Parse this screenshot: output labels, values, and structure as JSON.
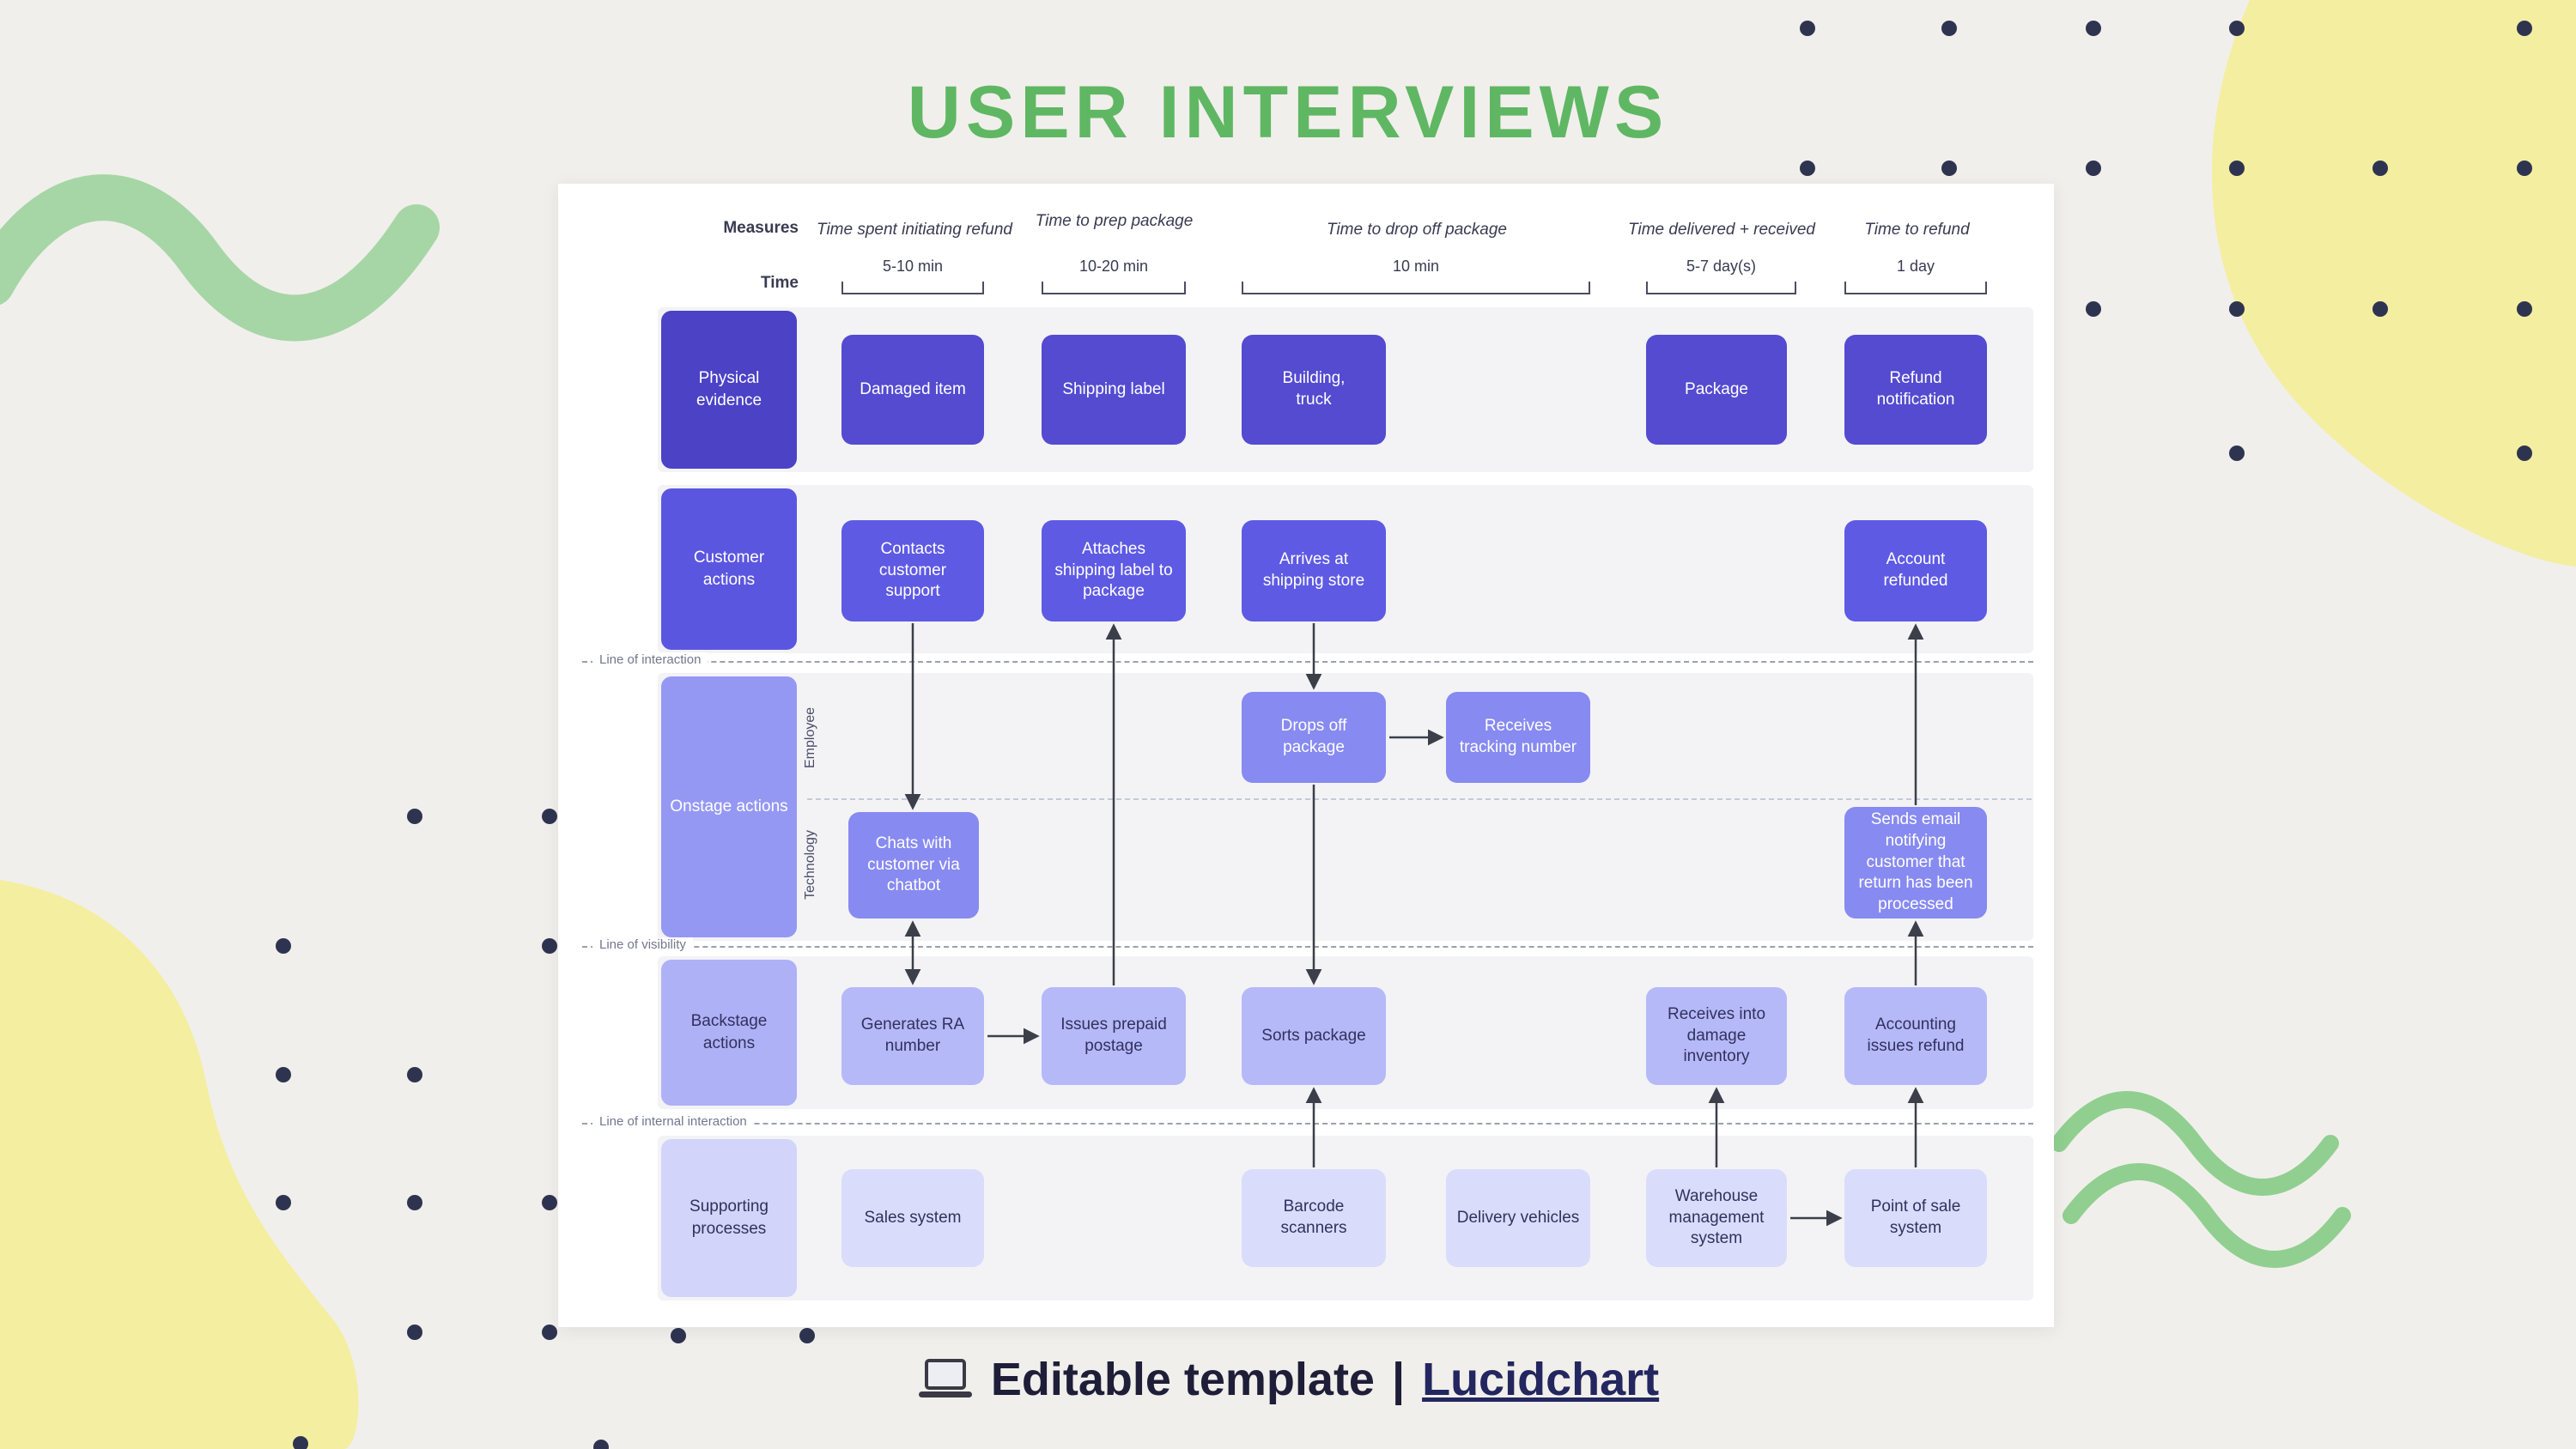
{
  "page": {
    "title": "USER INTERVIEWS"
  },
  "colors": {
    "title_green": "#5fb763",
    "indigo_dark": "#4b42c6",
    "indigo": "#5e5ae4",
    "purple_mid": "#878af0",
    "purple_light": "#b6b9f8",
    "purple_faint": "#dadcfc",
    "link_navy": "#23265f",
    "decor_yellow": "#f4eea1",
    "decor_green": "#a6d6a6",
    "dot_navy": "#2e3450"
  },
  "measures": {
    "row_label": "Measures",
    "time_row_label": "Time",
    "items": [
      {
        "label": "Time spent initiating refund",
        "time": "5-10 min"
      },
      {
        "label": "Time to prep package",
        "time": "10-20 min"
      },
      {
        "label": "Time to drop off package",
        "time": "10 min"
      },
      {
        "label": "Time delivered + received",
        "time": "5-7 day(s)"
      },
      {
        "label": "Time to refund",
        "time": "1 day"
      }
    ]
  },
  "rows": {
    "physical_evidence": "Physical evidence",
    "customer_actions": "Customer actions",
    "onstage_actions": "Onstage actions",
    "backstage_actions": "Backstage actions",
    "supporting_processes": "Supporting processes"
  },
  "lanes": {
    "employee": "Employee",
    "technology": "Technology"
  },
  "dividers": {
    "interaction": "Line of interaction",
    "visibility": "Line of visibility",
    "internal": "Line of internal interaction"
  },
  "nodes": {
    "damaged_item": "Damaged item",
    "shipping_label": "Shipping label",
    "building_truck": "Building,\ntruck",
    "package": "Package",
    "refund_notification": "Refund notification",
    "contacts_support": "Contacts customer support",
    "attaches_label": "Attaches shipping label to package",
    "arrives_store": "Arrives at shipping store",
    "account_refunded": "Account refunded",
    "drops_off": "Drops off package",
    "receives_tracking": "Receives tracking number",
    "chats_chatbot": "Chats with customer via chatbot",
    "sends_email": "Sends email notifying customer that return has been processed",
    "generates_ra": "Generates RA number",
    "issues_postage": "Issues prepaid postage",
    "sorts_package": "Sorts package",
    "receives_damage": "Receives into damage inventory",
    "accounting_refund": "Accounting issues refund",
    "sales_system": "Sales system",
    "barcode_scanners": "Barcode scanners",
    "delivery_vehicles": "Delivery vehicles",
    "warehouse_mgmt": "Warehouse management system",
    "pos_system": "Point of sale system"
  },
  "footer": {
    "text": "Editable template",
    "separator": "|",
    "link_label": "Lucidchart"
  }
}
